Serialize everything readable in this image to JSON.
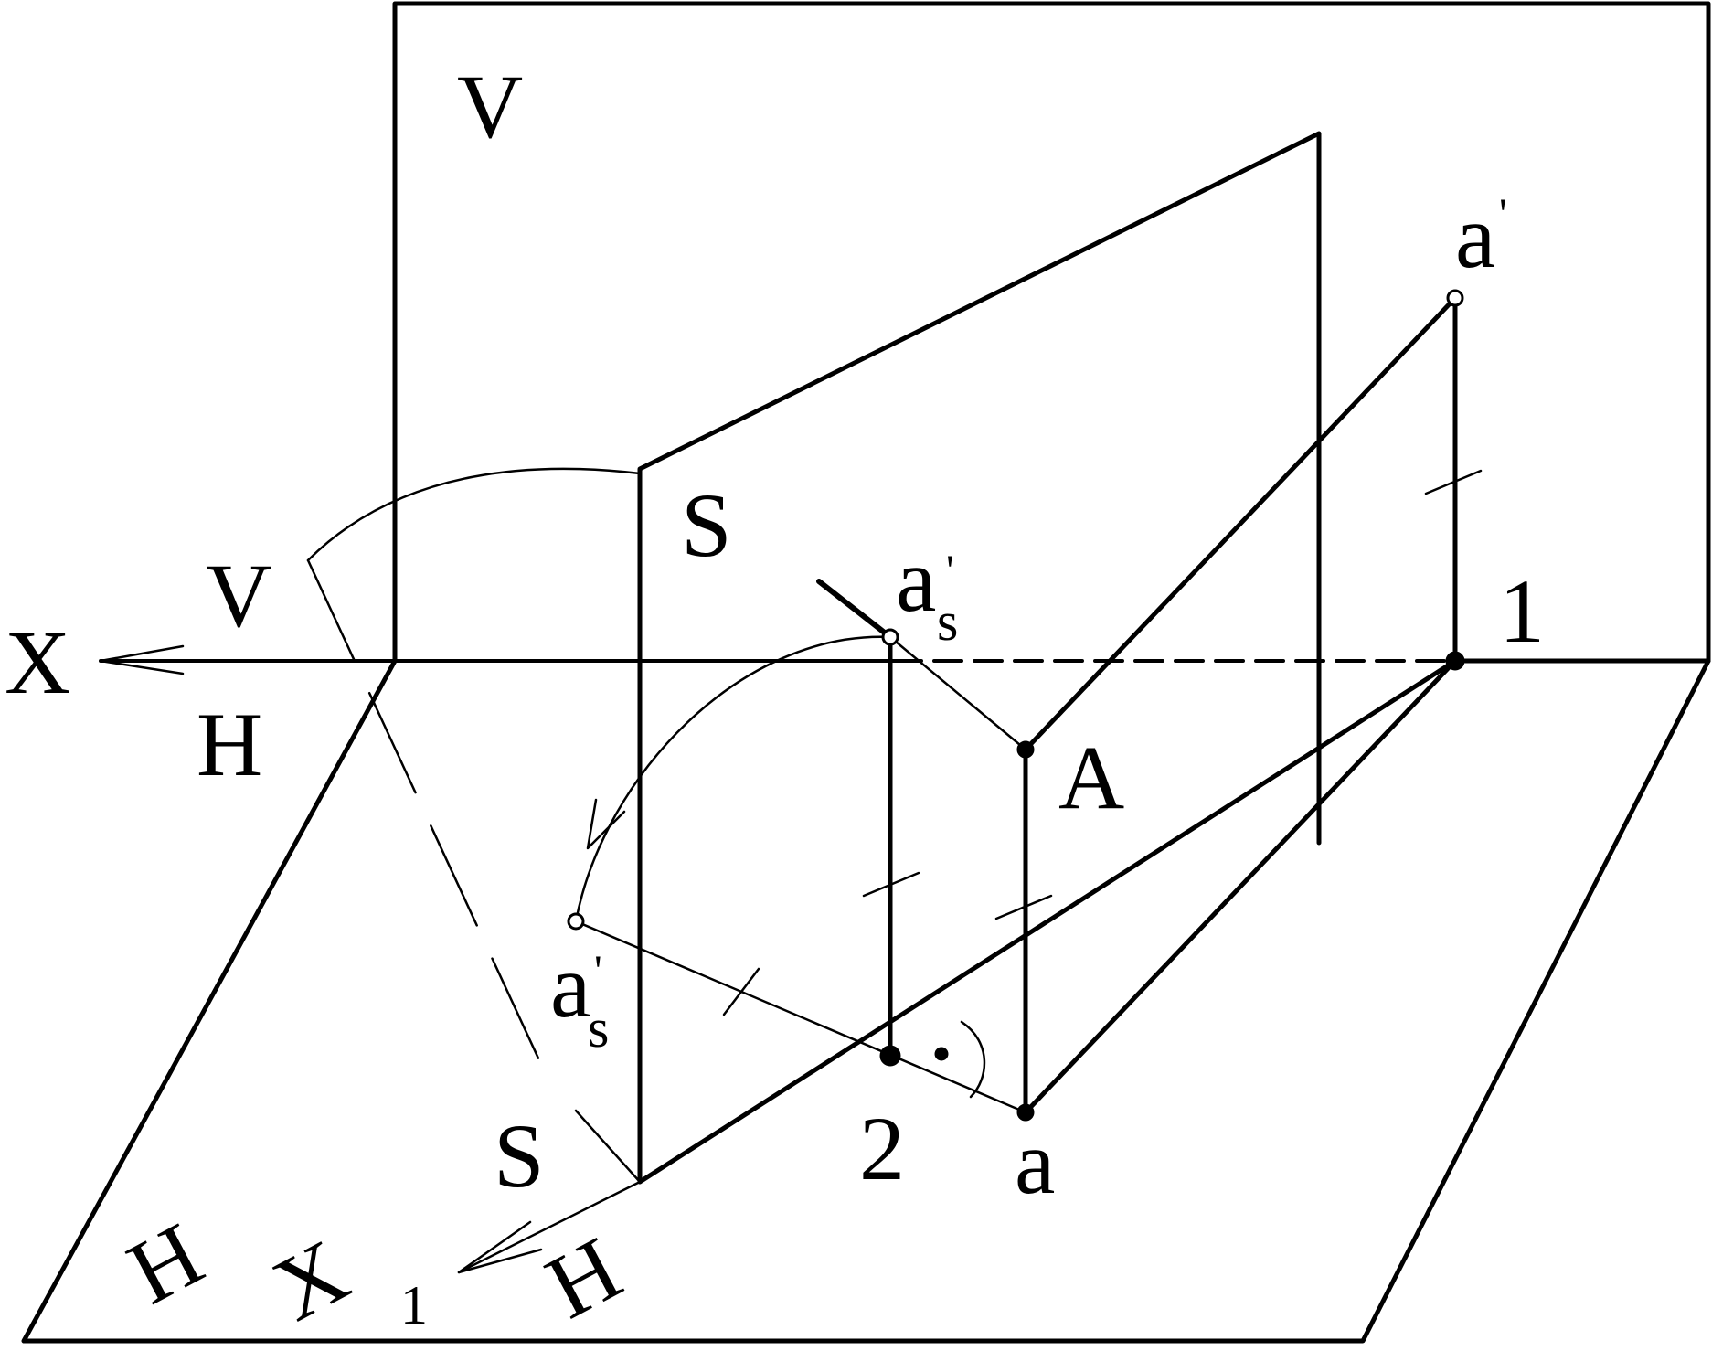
{
  "labels": {
    "plane_v_top": "V",
    "axis_x": "X",
    "axis_v": "V",
    "axis_h": "H",
    "plane_s_upper": "S",
    "point_as_prime": "a",
    "point_as_prime_sub": "s",
    "point_as_prime_mark": "'",
    "point_a_prime": "a",
    "point_a_prime_mark": "'",
    "point_1": "1",
    "point_A": "A",
    "point_as_rotated": "a",
    "point_as_rotated_sub": "s",
    "point_as_rotated_mark": "'",
    "point_2": "2",
    "point_a": "a",
    "plane_s_lower": "S",
    "h_bottom_left": "H",
    "axis_x1": "X",
    "axis_x1_sub": "1",
    "h_bottom_right": "H"
  }
}
